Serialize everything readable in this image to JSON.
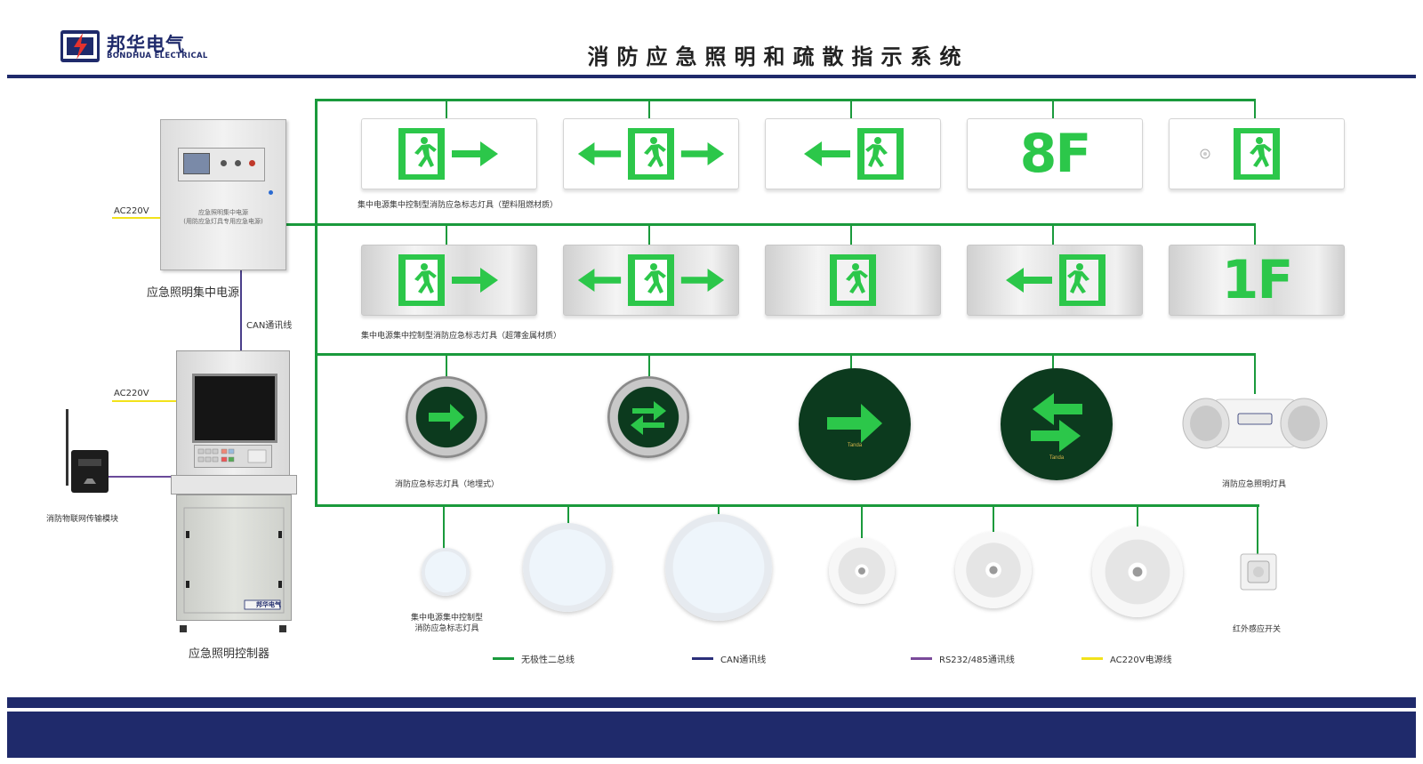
{
  "header": {
    "brand_cn": "邦华电气",
    "brand_en": "BONDHUA ELECTRICAL",
    "title": "消防应急照明和疏散指示系统"
  },
  "power_supply": {
    "label": "应急照明集中电源",
    "panel_text_1": "应急照明集中电源",
    "panel_text_2": "(用防应急灯具专用应急电源)",
    "input": "AC220V"
  },
  "controller": {
    "label": "应急照明控制器",
    "input": "AC220V",
    "link_label": "CAN通讯线",
    "brand_plate": "邦华电气"
  },
  "iot_module": {
    "label": "消防物联网传输模块"
  },
  "rows": {
    "plastic_signs": {
      "label": "集中电源集中控制型消防应急标志灯具（塑料阻燃材质）",
      "items": [
        {
          "type": "man-right"
        },
        {
          "type": "both"
        },
        {
          "type": "left-man"
        },
        {
          "type": "floor",
          "text": "8F"
        },
        {
          "type": "man-only"
        }
      ]
    },
    "metal_signs": {
      "label": "集中电源集中控制型消防应急标志灯具（超薄金属材质）",
      "items": [
        {
          "type": "man-right"
        },
        {
          "type": "both"
        },
        {
          "type": "man-only"
        },
        {
          "type": "left-man"
        },
        {
          "type": "floor",
          "text": "1F"
        }
      ]
    },
    "ground_signs": {
      "label": "消防应急标志灯具（地埋式）",
      "brand_mark": "Tanda"
    },
    "emergency_light": {
      "label": "消防应急照明灯具"
    },
    "ceiling": {
      "label_1": "集中电源集中控制型",
      "label_2": "消防应急标志灯具",
      "sensor_label": "红外感应开关"
    }
  },
  "legend": [
    {
      "label": "无极性二总线",
      "color": "#1a9a3c"
    },
    {
      "label": "CAN通讯线",
      "color": "#2b2f7a"
    },
    {
      "label": "RS232/485通讯线",
      "color": "#7a4a9a"
    },
    {
      "label": "AC220V电源线",
      "color": "#f2e21b"
    }
  ],
  "colors": {
    "brand_navy": "#1f2a6b",
    "sign_green": "#2cc74a",
    "bus_green": "#1a9a3c"
  }
}
